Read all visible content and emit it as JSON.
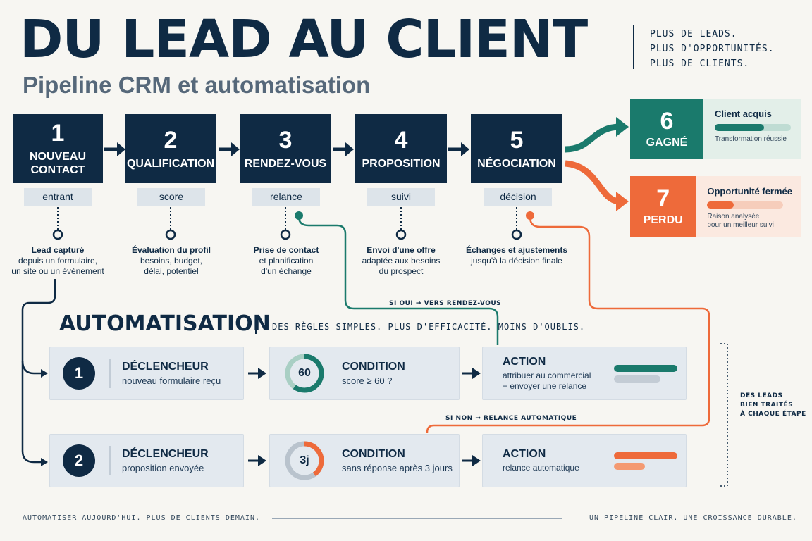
{
  "header": {
    "title": "DU LEAD AU CLIENT",
    "subtitle": "Pipeline CRM et automatisation",
    "tagline": [
      "PLUS DE LEADS.",
      "PLUS D'OPPORTUNITÉS.",
      "PLUS DE CLIENTS."
    ]
  },
  "stages": [
    {
      "num": "1",
      "name": "NOUVEAU CONTACT",
      "tag": "entrant",
      "desc_title": "Lead capturé",
      "desc": [
        "depuis un formulaire,",
        "un site ou un événement"
      ]
    },
    {
      "num": "2",
      "name": "QUALIFICATION",
      "tag": "score",
      "desc_title": "Évaluation du profil",
      "desc": [
        "besoins, budget,",
        "délai, potentiel"
      ]
    },
    {
      "num": "3",
      "name": "RENDEZ-VOUS",
      "tag": "relance",
      "desc_title": "Prise de contact",
      "desc": [
        "et planification",
        "d'un échange"
      ]
    },
    {
      "num": "4",
      "name": "PROPOSITION",
      "tag": "suivi",
      "desc_title": "Envoi d'une offre",
      "desc": [
        "adaptée aux besoins",
        "du prospect"
      ]
    },
    {
      "num": "5",
      "name": "NÉGOCIATION",
      "tag": "décision",
      "desc_title": "Échanges et ajustements",
      "desc": [
        "jusqu'à la décision finale"
      ]
    }
  ],
  "outcomes": {
    "won": {
      "num": "6",
      "name": "GAGNÉ",
      "title": "Client acquis",
      "sub": "Transformation réussie",
      "level": 0.65,
      "color": "#1a7a6c",
      "track": "#bfdcd3"
    },
    "lost": {
      "num": "7",
      "name": "PERDU",
      "title": "Opportunité fermée",
      "sub": [
        "Raison analysée",
        "pour un meilleur suivi"
      ],
      "level": 0.35,
      "color": "#ee6a3a",
      "track": "#f6cdbb"
    }
  },
  "automation": {
    "title": "AUTOMATISATION",
    "tagline": "DES RÈGLES SIMPLES. PLUS D'EFFICACITÉ. MOINS D'OUBLIS.",
    "rules": [
      {
        "num": "1",
        "trigger_title": "DÉCLENCHEUR",
        "trigger_sub": "nouveau formulaire reçu",
        "gauge": "60",
        "gauge_level": 0.6,
        "gauge_color": "#1a7a6c",
        "gauge_track": "#a9cfc4",
        "condition_title": "CONDITION",
        "condition_sub": "score ≥ 60 ?",
        "action_title": "ACTION",
        "action_sub": [
          "attribuer au commercial",
          "+ envoyer une relance"
        ],
        "bar_colors": [
          "#1a7a6c",
          "#c3ccd5"
        ]
      },
      {
        "num": "2",
        "trigger_title": "DÉCLENCHEUR",
        "trigger_sub": "proposition envoyée",
        "gauge": "3j",
        "gauge_level": 0.4,
        "gauge_color": "#ee6a3a",
        "gauge_track": "#b9c3cd",
        "condition_title": "CONDITION",
        "condition_sub": "sans réponse après 3 jours",
        "action_title": "ACTION",
        "action_sub": [
          "relance automatique"
        ],
        "bar_colors": [
          "#ee6a3a",
          "#f49a72"
        ]
      }
    ],
    "branch_yes": "SI OUI → VERS RENDEZ-VOUS",
    "branch_no": "SI NON → RELANCE AUTOMATIQUE",
    "side_label": [
      "DES LEADS",
      "BIEN TRAITÉS",
      "À CHAQUE ÉTAPE"
    ]
  },
  "footer": {
    "left": "AUTOMATISER AUJOURD'HUI. PLUS DE CLIENTS DEMAIN.",
    "right": "UN PIPELINE CLAIR. UNE CROISSANCE DURABLE."
  },
  "colors": {
    "navy": "#0f2a44",
    "teal": "#1a7a6c",
    "orange": "#ee6a3a"
  }
}
